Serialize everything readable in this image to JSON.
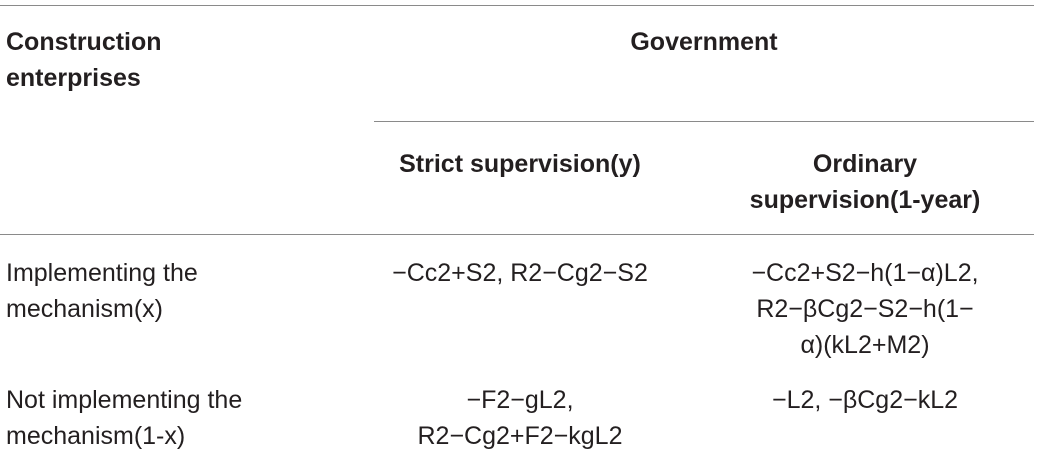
{
  "table": {
    "row_header": {
      "line1": "Construction",
      "line2": "enterprises"
    },
    "group_header": "Government",
    "col1_header": "Strict supervision(y)",
    "col2_header": {
      "line1": "Ordinary",
      "line2": "supervision(1-year)"
    },
    "rows": [
      {
        "label": [
          "Implementing the",
          "mechanism(x)"
        ],
        "col1": [
          "−Cc2+S2, R2−Cg2−S2"
        ],
        "col2": [
          "−Cc2+S2−h(1−α)L2,",
          "R2−βCg2−S2−h(1−",
          "α)(kL2+M2)"
        ]
      },
      {
        "label": [
          "Not implementing the",
          "mechanism(1-x)"
        ],
        "col1": [
          "−F2−gL2,",
          "R2−Cg2+F2−kgL2"
        ],
        "col2": [
          "−L2, −βCg2−kL2"
        ]
      }
    ]
  }
}
